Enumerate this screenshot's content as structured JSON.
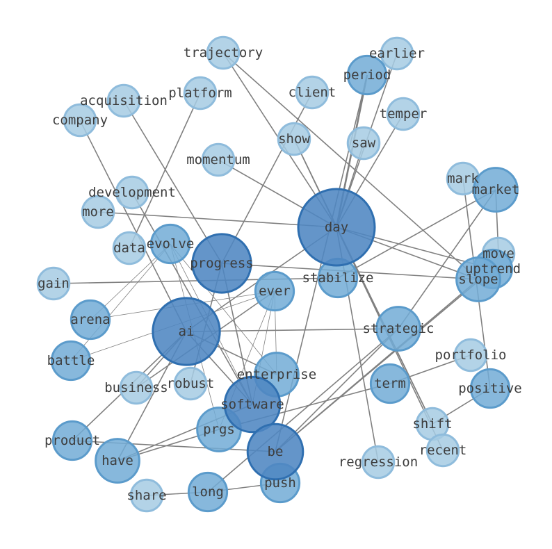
{
  "colors": {
    "edge": "#808080",
    "label": "#3d3d3d",
    "node_light_fill": "#a6cbe3",
    "node_light_stroke": "#8fbcdc",
    "node_mid_fill": "#72abd6",
    "node_mid_stroke": "#5b9bcb",
    "node_dark_fill": "#4f86c2",
    "node_dark_stroke": "#2f6fb0",
    "background": "#ffffff"
  },
  "graph": {
    "nodes": [
      {
        "id": "trajectory",
        "label": "trajectory",
        "degree": 1
      },
      {
        "id": "earlier",
        "label": "earlier",
        "degree": 1
      },
      {
        "id": "period",
        "label": "period",
        "degree": 2
      },
      {
        "id": "acquisition",
        "label": "acquisition",
        "degree": 1
      },
      {
        "id": "platform",
        "label": "platform",
        "degree": 1
      },
      {
        "id": "client",
        "label": "client",
        "degree": 1
      },
      {
        "id": "company",
        "label": "company",
        "degree": 1
      },
      {
        "id": "temper",
        "label": "temper",
        "degree": 1
      },
      {
        "id": "show",
        "label": "show",
        "degree": 1
      },
      {
        "id": "saw",
        "label": "saw",
        "degree": 1
      },
      {
        "id": "momentum",
        "label": "momentum",
        "degree": 1
      },
      {
        "id": "mark",
        "label": "mark",
        "degree": 1
      },
      {
        "id": "market",
        "label": "market",
        "degree": 3
      },
      {
        "id": "development",
        "label": "development",
        "degree": 1
      },
      {
        "id": "more",
        "label": "more",
        "degree": 1
      },
      {
        "id": "day",
        "label": "day",
        "degree": 14
      },
      {
        "id": "data",
        "label": "data",
        "degree": 1
      },
      {
        "id": "evolve",
        "label": "evolve",
        "degree": 2
      },
      {
        "id": "move",
        "label": "move",
        "degree": 1
      },
      {
        "id": "progress",
        "label": "progress",
        "degree": 7
      },
      {
        "id": "uptrend",
        "label": "uptrend",
        "degree": 2
      },
      {
        "id": "gain",
        "label": "gain",
        "degree": 1
      },
      {
        "id": "stabilize",
        "label": "stabilize",
        "degree": 2
      },
      {
        "id": "slope",
        "label": "slope",
        "degree": 3
      },
      {
        "id": "ever",
        "label": "ever",
        "degree": 2
      },
      {
        "id": "arena",
        "label": "arena",
        "degree": 2
      },
      {
        "id": "ai",
        "label": "ai",
        "degree": 10
      },
      {
        "id": "strategic",
        "label": "strategic",
        "degree": 3
      },
      {
        "id": "battle",
        "label": "battle",
        "degree": 2
      },
      {
        "id": "portfolio",
        "label": "portfolio",
        "degree": 1
      },
      {
        "id": "enterprise",
        "label": "enterprise",
        "degree": 3
      },
      {
        "id": "business",
        "label": "business",
        "degree": 1
      },
      {
        "id": "robust",
        "label": "robust",
        "degree": 1
      },
      {
        "id": "term",
        "label": "term",
        "degree": 2
      },
      {
        "id": "software",
        "label": "software",
        "degree": 6
      },
      {
        "id": "positive",
        "label": "positive",
        "degree": 2
      },
      {
        "id": "prgs",
        "label": "prgs",
        "degree": 3
      },
      {
        "id": "product",
        "label": "product",
        "degree": 2
      },
      {
        "id": "shift",
        "label": "shift",
        "degree": 1
      },
      {
        "id": "recent",
        "label": "recent",
        "degree": 1
      },
      {
        "id": "have",
        "label": "have",
        "degree": 3
      },
      {
        "id": "be",
        "label": "be",
        "degree": 6
      },
      {
        "id": "regression",
        "label": "regression",
        "degree": 1
      },
      {
        "id": "push",
        "label": "push",
        "degree": 2
      },
      {
        "id": "long",
        "label": "long",
        "degree": 2
      },
      {
        "id": "share",
        "label": "share",
        "degree": 1
      }
    ],
    "edges": [
      {
        "source": "day",
        "target": "trajectory",
        "weight": 1
      },
      {
        "source": "day",
        "target": "earlier",
        "weight": 1
      },
      {
        "source": "day",
        "target": "period",
        "weight": 2
      },
      {
        "source": "day",
        "target": "temper",
        "weight": 1
      },
      {
        "source": "day",
        "target": "show",
        "weight": 1
      },
      {
        "source": "day",
        "target": "saw",
        "weight": 1
      },
      {
        "source": "day",
        "target": "momentum",
        "weight": 1
      },
      {
        "source": "day",
        "target": "more",
        "weight": 1
      },
      {
        "source": "day",
        "target": "uptrend",
        "weight": 1
      },
      {
        "source": "day",
        "target": "slope",
        "weight": 1
      },
      {
        "source": "day",
        "target": "shift",
        "weight": 1
      },
      {
        "source": "day",
        "target": "recent",
        "weight": 1
      },
      {
        "source": "day",
        "target": "regression",
        "weight": 1
      },
      {
        "source": "day",
        "target": "ai",
        "weight": 1
      },
      {
        "source": "show",
        "target": "shift",
        "weight": 1
      },
      {
        "source": "period",
        "target": "be",
        "weight": 1
      },
      {
        "source": "client",
        "target": "progress",
        "weight": 1
      },
      {
        "source": "acquisition",
        "target": "progress",
        "weight": 1
      },
      {
        "source": "platform",
        "target": "data",
        "weight": 1
      },
      {
        "source": "company",
        "target": "ai",
        "weight": 1
      },
      {
        "source": "development",
        "target": "software",
        "weight": 1
      },
      {
        "source": "progress",
        "target": "software",
        "weight": 1
      },
      {
        "source": "progress",
        "target": "robust",
        "weight": 1
      },
      {
        "source": "progress",
        "target": "slope",
        "weight": 1
      },
      {
        "source": "gain",
        "target": "stabilize",
        "weight": 1
      },
      {
        "source": "stabilize",
        "target": "market",
        "weight": 1
      },
      {
        "source": "market",
        "target": "strategic",
        "weight": 1
      },
      {
        "source": "market",
        "target": "move",
        "weight": 1
      },
      {
        "source": "mark",
        "target": "positive",
        "weight": 1
      },
      {
        "source": "slope",
        "target": "trajectory",
        "weight": 1
      },
      {
        "source": "slope",
        "target": "be",
        "weight": 1
      },
      {
        "source": "uptrend",
        "target": "be",
        "weight": 1
      },
      {
        "source": "ai",
        "target": "strategic",
        "weight": 1
      },
      {
        "source": "ai",
        "target": "enterprise",
        "weight": 1
      },
      {
        "source": "ai",
        "target": "software",
        "weight": 1
      },
      {
        "source": "ai",
        "target": "business",
        "weight": 1
      },
      {
        "source": "ai",
        "target": "product",
        "weight": 1
      },
      {
        "source": "ai",
        "target": "have",
        "weight": 1
      },
      {
        "source": "evolve",
        "target": "arena",
        "weight": 0.5
      },
      {
        "source": "evolve",
        "target": "battle",
        "weight": 0.5
      },
      {
        "source": "evolve",
        "target": "enterprise",
        "weight": 0.5
      },
      {
        "source": "evolve",
        "target": "software",
        "weight": 0.5
      },
      {
        "source": "evolve",
        "target": "prgs",
        "weight": 0.5
      },
      {
        "source": "ever",
        "target": "arena",
        "weight": 0.5
      },
      {
        "source": "ever",
        "target": "battle",
        "weight": 0.5
      },
      {
        "source": "ever",
        "target": "enterprise",
        "weight": 0.5
      },
      {
        "source": "ever",
        "target": "software",
        "weight": 0.5
      },
      {
        "source": "ever",
        "target": "prgs",
        "weight": 0.5
      },
      {
        "source": "ever",
        "target": "business",
        "weight": 1
      },
      {
        "source": "term",
        "target": "portfolio",
        "weight": 1
      },
      {
        "source": "term",
        "target": "prgs",
        "weight": 1
      },
      {
        "source": "prgs",
        "target": "have",
        "weight": 1
      },
      {
        "source": "software",
        "target": "have",
        "weight": 1
      },
      {
        "source": "product",
        "target": "be",
        "weight": 1
      },
      {
        "source": "positive",
        "target": "shift",
        "weight": 1
      },
      {
        "source": "be",
        "target": "strategic",
        "weight": 1
      },
      {
        "source": "long",
        "target": "share",
        "weight": 1
      },
      {
        "source": "long",
        "target": "push",
        "weight": 1
      },
      {
        "source": "long",
        "target": "strategic",
        "weight": 1
      }
    ]
  }
}
